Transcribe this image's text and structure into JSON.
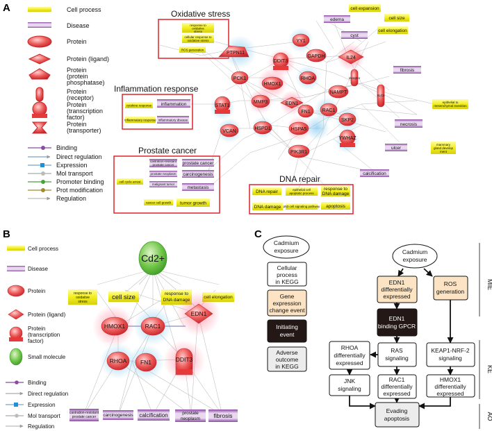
{
  "panels": {
    "a": "A",
    "b": "B",
    "c": "C"
  },
  "legend_a": {
    "cell_process": "Cell process",
    "disease": "Disease",
    "protein": "Protein",
    "protein_ligand": "Protein (ligand)",
    "protein_phosphatase": [
      "Protein",
      "(protein",
      "phosphatase)"
    ],
    "protein_receptor": [
      "Protein",
      "(receptor)"
    ],
    "protein_tf": [
      "Protein",
      "(transcription",
      "factor)"
    ],
    "protein_transporter": [
      "Protein",
      "(transporter)"
    ],
    "binding": "Binding",
    "direct_regulation": "Direct regulation",
    "expression": "Expression",
    "mol_transport": "Mol transport",
    "promoter_binding": "Promoter binding",
    "prot_modification": "Prot modification",
    "regulation": "Regulation"
  },
  "groups_a": {
    "oxidative": "Oxidative stress",
    "inflammation": "Inflammation response",
    "prostate": "Prostate cancer",
    "dna": "DNA repair"
  },
  "proteins_a": {
    "ptpn11": "PTPN11",
    "yy1": "YY1",
    "gapdh": "GAPDH",
    "il24": "IL24",
    "ddit3": "DDIT3",
    "pck1": "PCK1",
    "rhoa": "RHOA",
    "hmox1": "HMOX1",
    "nampt": "NAMPT",
    "mmp3": "MMP3",
    "edn1": "EDN1",
    "stat1": "STAT1",
    "fn1": "FN1",
    "rac1": "RAC1",
    "vcan": "VCAN",
    "hspd1": "HSPD1",
    "hspa5": "HSPA5",
    "skp2": "SKP2",
    "ywhaz": "YWHAZ",
    "pik3r1": "PIK3R1",
    "receptor": "receptor",
    "slc": "SLC6"
  },
  "boxes_a": {
    "ox1": [
      "response to",
      "oxidative",
      "stress"
    ],
    "ox2": [
      "cellular response to",
      "oxidative stress"
    ],
    "ox3": "ROS generation",
    "cell_expansion": "cell expansion",
    "cell_size": "cell size",
    "cell_elongation": "cell elongation",
    "edema": "edema",
    "cyst": "cyst",
    "fibrosis": "fibrosis",
    "emt": [
      "epithelial to",
      "mesenchymal transition"
    ],
    "necrosis": "necrosis",
    "mammary": [
      "mammary",
      "gland develop",
      "ment"
    ],
    "ulcer": "ulcer",
    "calcification": "calcification",
    "cytokine_response": "cytokine response",
    "inflammation": "inflammation",
    "inflammatory_response": "inflammatory response",
    "inflammatory_disease": "inflammatory disease",
    "pc1": [
      "castration-resistant",
      "prostate cancer"
    ],
    "pc2": "prostate cancer",
    "pc3": "prostate neoplasm",
    "pc4": "carcinogenesis",
    "pc5": "malignant tumor",
    "pc6": "metastasis",
    "cell_cycle_arrest": "cell cycle arrest",
    "cancer_cell_growth": "cancer cell growth",
    "tumor_growth": "tumor growth",
    "dna_repair": "DNA repair",
    "epith": [
      "epithelial cell",
      "apoptotic process"
    ],
    "resp_dna": [
      "response to",
      "DNA damage"
    ],
    "dna_damage": "DNA damage",
    "p53": "p53 cell signaling pathway",
    "apoptosis": "apoptosis"
  },
  "legend_b": {
    "cell_process": "Cell process",
    "disease": "Disease",
    "protein": "Protein",
    "protein_ligand": "Protein (ligand)",
    "protein_tf": [
      "Protein",
      "(transcription",
      "factor)"
    ],
    "small_molecule": "Small molecule",
    "binding": "Binding",
    "direct_regulation": "Direct regulation",
    "expression": "Expression",
    "mol_transport": "Mol transport",
    "regulation": "Regulation"
  },
  "nodes_b": {
    "cd2": "Cd2+",
    "resp_ox": [
      "response to",
      "oxidative",
      "stress"
    ],
    "cell_size": "cell size",
    "resp_dna": [
      "response to",
      "DNA damage"
    ],
    "cell_elong": "cell elongation",
    "hmox1": "HMOX1",
    "rac1": "RAC1",
    "edn1": "EDN1",
    "rhoa": "RHOA",
    "fn1": "FN1",
    "ddit3": "DDIT3",
    "crpc": [
      "castration-resistant",
      "prostate cancer"
    ],
    "carcinogenesis": "carcinogenesis",
    "calcification": "calcification",
    "prostate": [
      "prostate",
      "neoplasm"
    ],
    "fibrosis": "fibrosis"
  },
  "legend_c": {
    "cadmium": [
      "Cadmium",
      "exposure"
    ],
    "cellular": [
      "Cellular",
      "process",
      "in KEGG"
    ],
    "gene": [
      "Gene",
      "expression",
      "change event"
    ],
    "initiating": [
      "Initiating",
      "event"
    ],
    "adverse": [
      "Adverse",
      "outcome",
      "in KEGG"
    ]
  },
  "flow_c": {
    "cadmium": [
      "Cadmium",
      "exposure"
    ],
    "edn1_expr": [
      "EDN1",
      "differentially",
      "expressed"
    ],
    "ros": [
      "ROS",
      "generation"
    ],
    "edn1_gpcr": [
      "EDN1",
      "binding GPCR"
    ],
    "rhoa": [
      "RHOA",
      "differentially",
      "expressed"
    ],
    "ras": [
      "RAS",
      "signaling"
    ],
    "keap1": [
      "KEAP1-NRF-2",
      "signaling"
    ],
    "jnk": [
      "JNK",
      "signaling"
    ],
    "rac1": [
      "RAC1",
      "differentially",
      "expressed"
    ],
    "hmox1": [
      "HMOX1",
      "differentially",
      "expressed"
    ],
    "evading": [
      "Evading",
      "apoptosis"
    ]
  },
  "side_labels": {
    "mie": "MIE",
    "ke": "KE",
    "ao": "AO"
  },
  "colors": {
    "cell_process": "#f2ee1e",
    "disease": "#8b4ba3",
    "protein": "#e5393b",
    "small_molecule": "#5dbb3f",
    "group_box": "#e0202a",
    "gene_event": "#fbe3c4",
    "initiating": "#231815",
    "adverse": "#ececec"
  }
}
